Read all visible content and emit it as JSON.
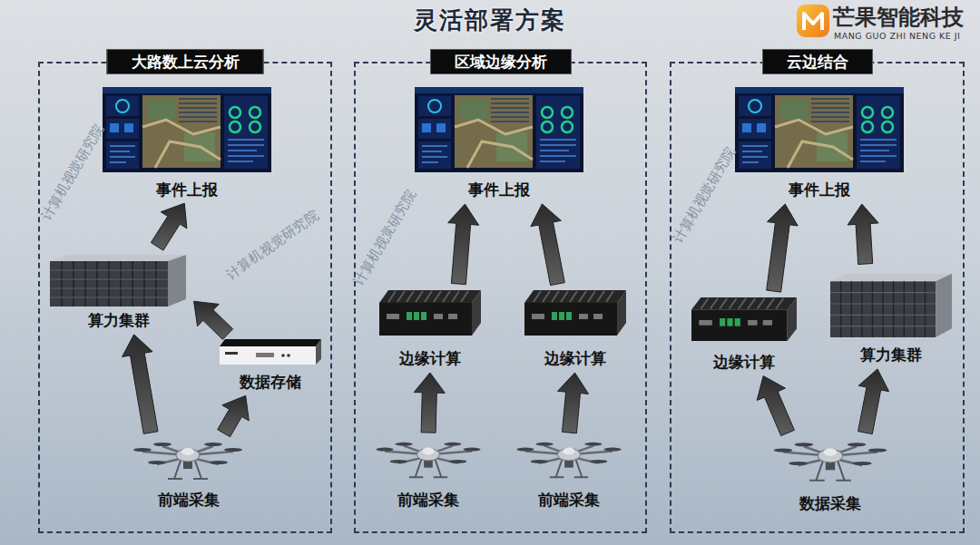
{
  "diagram": {
    "title": "灵活部署方案",
    "nodes": [
      {
        "text": [
          "大路数上云分析"
        ]
      },
      {
        "text": [
          "事件上报"
        ],
        "in": 0
      },
      {
        "text": [
          "算力集群"
        ],
        "in": 0
      },
      {
        "text": [
          "数据存储"
        ],
        "in": 0
      },
      {
        "text": [
          "前端采集"
        ],
        "in": 0
      },
      {
        "text": [
          "区域边缘分析"
        ]
      },
      {
        "text": [
          "事件上报"
        ],
        "in": 5
      },
      {
        "text": [
          "边缘计算"
        ],
        "in": 5
      },
      {
        "text": [
          "边缘计算"
        ],
        "in": 5
      },
      {
        "text": [
          "前端采集"
        ],
        "in": 5
      },
      {
        "text": [
          "前端采集"
        ],
        "in": 5
      },
      {
        "text": [
          "云边结合"
        ]
      },
      {
        "text": [
          "事件上报"
        ],
        "in": 11
      },
      {
        "text": [
          "边缘计算"
        ],
        "in": 11
      },
      {
        "text": [
          "算力集群"
        ],
        "in": 11
      },
      {
        "text": [
          "数据采集"
        ],
        "in": 11
      }
    ],
    "edges": [
      {
        "from": 4,
        "to": 2,
        "arrow": "to"
      },
      {
        "from": 4,
        "to": 3,
        "arrow": "to"
      },
      {
        "from": 3,
        "to": 2,
        "arrow": "to"
      },
      {
        "from": 2,
        "to": 1,
        "arrow": "to"
      },
      {
        "from": 9,
        "to": 7,
        "arrow": "to"
      },
      {
        "from": 10,
        "to": 8,
        "arrow": "to"
      },
      {
        "from": 7,
        "to": 6,
        "arrow": "to"
      },
      {
        "from": 8,
        "to": 6,
        "arrow": "to"
      },
      {
        "from": 15,
        "to": 13,
        "arrow": "to"
      },
      {
        "from": 15,
        "to": 14,
        "arrow": "to"
      },
      {
        "from": 13,
        "to": 12,
        "arrow": "to"
      },
      {
        "from": 14,
        "to": 12,
        "arrow": "to"
      }
    ],
    "labels": [
      "芒果智能科技",
      "MANG GUO ZHI NENG KE JI",
      "计算机视觉研究院",
      "计算机视觉研究院",
      "计算机视觉研究院",
      "计算机视觉研究院"
    ]
  }
}
